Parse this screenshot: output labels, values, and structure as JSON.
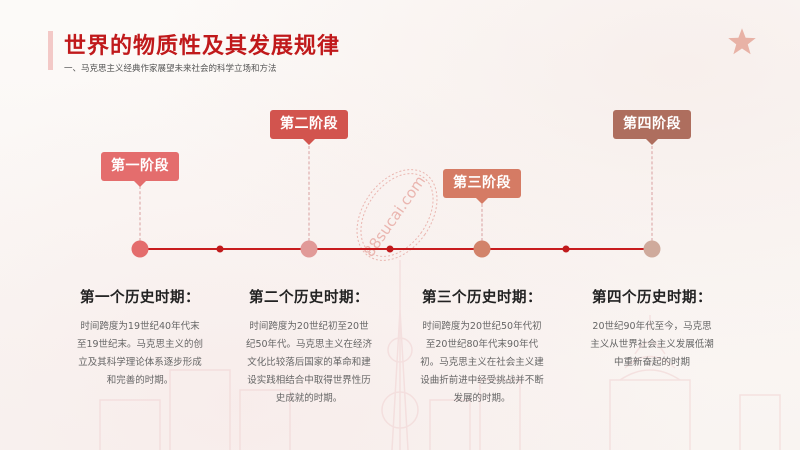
{
  "header": {
    "title": "世界的物质性及其发展规律",
    "subtitle": "一、马克思主义经典作家展望未来社会的科学立场和方法"
  },
  "colors": {
    "title": "#c0191b",
    "timeline_line": "#c81c1e",
    "accent_bar": "#f3c9c7",
    "star": "#e8b2a6"
  },
  "watermark": "88sucai.com",
  "stages": [
    {
      "tag": "第一阶段",
      "color": "#e46d6d",
      "node_color": "#e46d6d",
      "period_title": "第一个历史时期：",
      "description": "时间跨度为19世纪40年代末至19世纪末。马克思主义的创立及其科学理论体系逐步形成和完善的时期。"
    },
    {
      "tag": "第二阶段",
      "color": "#d2544e",
      "node_color": "#e19a98",
      "period_title": "第二个历史时期：",
      "description": "时间跨度为20世纪初至20世纪50年代。马克思主义在经济文化比较落后国家的革命和建设实践相结合中取得世界性历史成就的时期。"
    },
    {
      "tag": "第三阶段",
      "color": "#d57b64",
      "node_color": "#d2836a",
      "period_title": "第三个历史时期：",
      "description": "时间跨度为20世纪50年代初至20世纪80年代末90年代初。马克思主义在社会主义建设曲折前进中经受挑战并不断发展的时期。"
    },
    {
      "tag": "第四阶段",
      "color": "#ae6e5e",
      "node_color": "#cfaa9c",
      "period_title": "第四个历史时期：",
      "description": "20世纪90年代至今，马克思主义从世界社会主义发展低潮中重新奋起的时期"
    }
  ]
}
